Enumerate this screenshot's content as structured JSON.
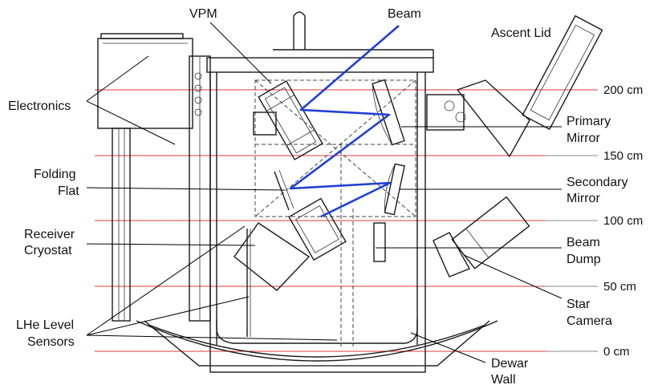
{
  "labels": {
    "vpm": "VPM",
    "beam": "Beam",
    "ascent_lid": "Ascent Lid",
    "electronics": "Electronics",
    "primary_mirror_1": "Primary",
    "primary_mirror_2": "Mirror",
    "folding_flat_1": "Folding",
    "folding_flat_2": "Flat",
    "secondary_mirror_1": "Secondary",
    "secondary_mirror_2": "Mirror",
    "receiver_cryostat_1": "Receiver",
    "receiver_cryostat_2": "Cryostat",
    "beam_dump_1": "Beam",
    "beam_dump_2": "Dump",
    "star_camera_1": "Star",
    "star_camera_2": "Camera",
    "lhe_sensors_1": "LHe Level",
    "lhe_sensors_2": "Sensors",
    "dewar_wall_1": "Dewar",
    "dewar_wall_2": "Wall"
  },
  "heights": [
    "200 cm",
    "150 cm",
    "100 cm",
    "50 cm",
    "0 cm"
  ],
  "colors": {
    "beam": "#1f3fd6",
    "height_line": "#e23a3a",
    "instrument": "#1a1a1a"
  }
}
